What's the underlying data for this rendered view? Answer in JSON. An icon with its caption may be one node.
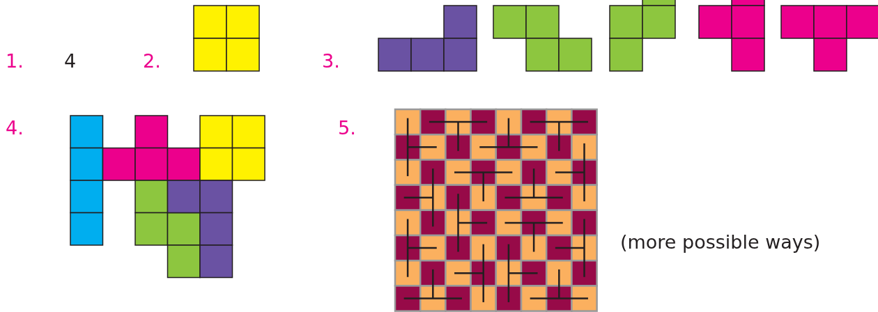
{
  "diagram": {
    "labels": [
      "1.",
      "4",
      "2.",
      "3.",
      "4.",
      "5.",
      "(more possible ways)"
    ]
  }
}
